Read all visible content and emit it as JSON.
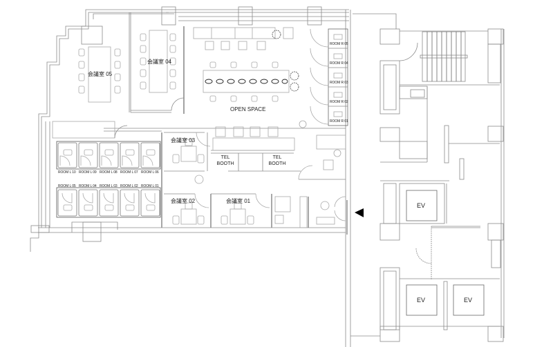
{
  "plan": {
    "type": "office floor plan",
    "colors": {
      "wall": "#8a8a8a",
      "furniture": "#a8a8a8",
      "text": "#222222",
      "entrance_marker": "#000000"
    },
    "meeting_rooms": [
      {
        "id": "mr05",
        "label": "会議室 05"
      },
      {
        "id": "mr04",
        "label": "会議室 04"
      },
      {
        "id": "mr03",
        "label": "会議室 03"
      },
      {
        "id": "mr02",
        "label": "会議室 02"
      },
      {
        "id": "mr01",
        "label": "会議室 01"
      }
    ],
    "open_space": {
      "label": "OPEN SPACE"
    },
    "tel_booths": [
      {
        "label_line1": "TEL",
        "label_line2": "BOOTH"
      },
      {
        "label_line1": "TEL",
        "label_line2": "BOOTH"
      }
    ],
    "rooms_r": [
      "ROOM R 05",
      "ROOM R 04",
      "ROOM R 03",
      "ROOM R 02",
      "ROOM R 01"
    ],
    "rooms_l_upper": [
      "ROOM L 10",
      "ROOM L 09",
      "ROOM L 08",
      "ROOM L 07",
      "ROOM L 06"
    ],
    "rooms_l_lower": [
      "ROOM L 05",
      "ROOM L 04",
      "ROOM L 03",
      "ROOM L 02",
      "ROOM L 01"
    ],
    "elevators": [
      "EV",
      "EV",
      "EV"
    ],
    "entrance": {
      "icon": "triangle-left-icon"
    }
  }
}
